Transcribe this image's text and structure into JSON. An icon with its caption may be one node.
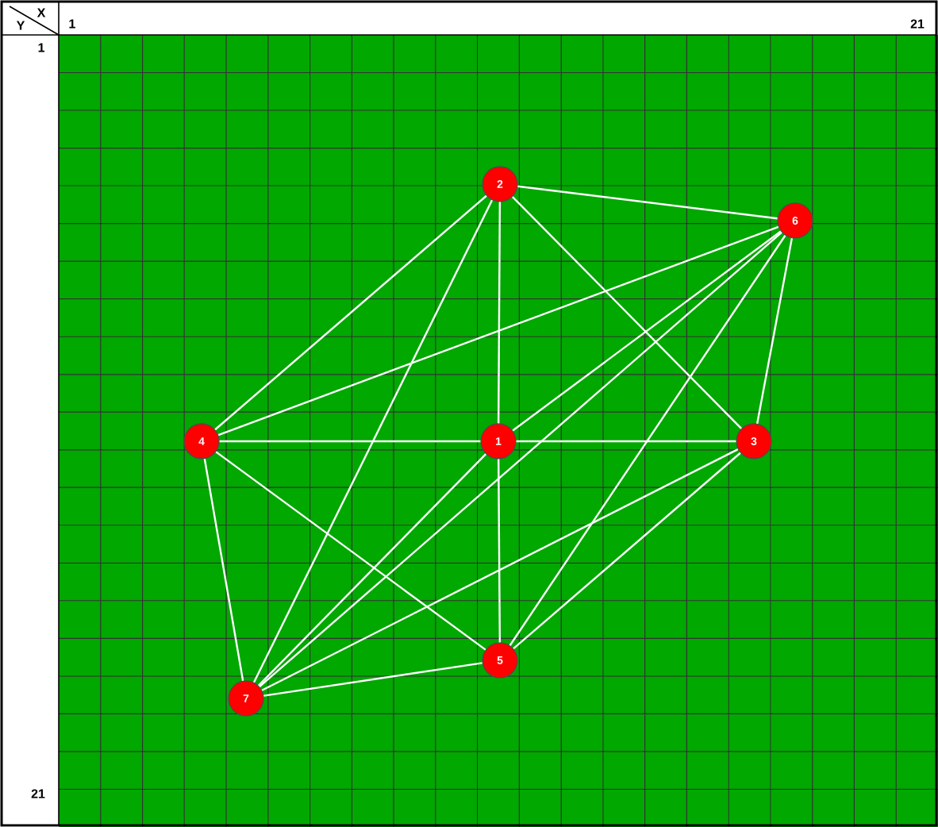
{
  "diagram": {
    "nodes": [
      {
        "text": [
          "1"
        ]
      },
      {
        "text": [
          "2"
        ]
      },
      {
        "text": [
          "3"
        ]
      },
      {
        "text": [
          "4"
        ]
      },
      {
        "text": [
          "5"
        ]
      },
      {
        "text": [
          "6"
        ]
      },
      {
        "text": [
          "7"
        ]
      }
    ],
    "edges": [
      {
        "from": 1,
        "to": 5,
        "arrow": "none"
      },
      {
        "from": 1,
        "to": 3,
        "arrow": "none"
      },
      {
        "from": 1,
        "to": 0,
        "arrow": "none"
      },
      {
        "from": 0,
        "to": 4,
        "arrow": "none"
      },
      {
        "from": 1,
        "to": 2,
        "arrow": "none"
      },
      {
        "from": 1,
        "to": 6,
        "arrow": "none"
      },
      {
        "from": 5,
        "to": 3,
        "arrow": "none"
      },
      {
        "from": 5,
        "to": 0,
        "arrow": "none"
      },
      {
        "from": 5,
        "to": 6,
        "arrow": "none"
      },
      {
        "from": 5,
        "to": 4,
        "arrow": "none"
      },
      {
        "from": 5,
        "to": 2,
        "arrow": "none"
      },
      {
        "from": 3,
        "to": 0,
        "arrow": "none"
      },
      {
        "from": 0,
        "to": 2,
        "arrow": "none"
      },
      {
        "from": 3,
        "to": 6,
        "arrow": "none"
      },
      {
        "from": 3,
        "to": 4,
        "arrow": "none"
      },
      {
        "from": 6,
        "to": 0,
        "arrow": "none"
      },
      {
        "from": 6,
        "to": 2,
        "arrow": "none"
      },
      {
        "from": 6,
        "to": 4,
        "arrow": "none"
      },
      {
        "from": 4,
        "to": 2,
        "arrow": "none"
      }
    ],
    "labels": [
      "X",
      "Y",
      "1",
      "21",
      "1",
      "21"
    ]
  }
}
